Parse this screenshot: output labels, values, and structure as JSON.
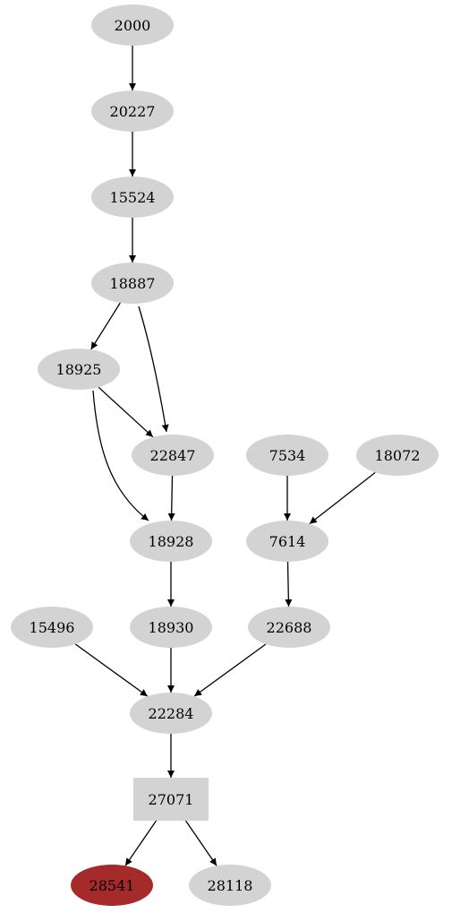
{
  "colors": {
    "node_fill": "#d3d3d3",
    "highlight_fill": "#a52a2a",
    "edge": "#000000",
    "background": "#ffffff"
  },
  "nodes": [
    {
      "id": "2000",
      "label": "2000",
      "shape": "ellipse"
    },
    {
      "id": "20227",
      "label": "20227",
      "shape": "ellipse"
    },
    {
      "id": "15524",
      "label": "15524",
      "shape": "ellipse"
    },
    {
      "id": "18887",
      "label": "18887",
      "shape": "ellipse"
    },
    {
      "id": "18925",
      "label": "18925",
      "shape": "ellipse"
    },
    {
      "id": "22847",
      "label": "22847",
      "shape": "ellipse"
    },
    {
      "id": "7534",
      "label": "7534",
      "shape": "ellipse"
    },
    {
      "id": "18072",
      "label": "18072",
      "shape": "ellipse"
    },
    {
      "id": "18928",
      "label": "18928",
      "shape": "ellipse"
    },
    {
      "id": "7614",
      "label": "7614",
      "shape": "ellipse"
    },
    {
      "id": "15496",
      "label": "15496",
      "shape": "ellipse"
    },
    {
      "id": "18930",
      "label": "18930",
      "shape": "ellipse"
    },
    {
      "id": "22688",
      "label": "22688",
      "shape": "ellipse"
    },
    {
      "id": "22284",
      "label": "22284",
      "shape": "ellipse"
    },
    {
      "id": "27071",
      "label": "27071",
      "shape": "box"
    },
    {
      "id": "28541",
      "label": "28541",
      "shape": "ellipse",
      "highlight": true
    },
    {
      "id": "28118",
      "label": "28118",
      "shape": "ellipse"
    }
  ],
  "edges": [
    {
      "from": "2000",
      "to": "20227"
    },
    {
      "from": "20227",
      "to": "15524"
    },
    {
      "from": "15524",
      "to": "18887"
    },
    {
      "from": "18887",
      "to": "18925"
    },
    {
      "from": "18887",
      "to": "22847"
    },
    {
      "from": "18925",
      "to": "22847"
    },
    {
      "from": "18925",
      "to": "18928"
    },
    {
      "from": "22847",
      "to": "18928"
    },
    {
      "from": "7534",
      "to": "7614"
    },
    {
      "from": "18072",
      "to": "7614"
    },
    {
      "from": "18928",
      "to": "18930"
    },
    {
      "from": "7614",
      "to": "22688"
    },
    {
      "from": "15496",
      "to": "22284"
    },
    {
      "from": "18930",
      "to": "22284"
    },
    {
      "from": "22688",
      "to": "22284"
    },
    {
      "from": "22284",
      "to": "27071"
    },
    {
      "from": "27071",
      "to": "28541"
    },
    {
      "from": "27071",
      "to": "28118"
    }
  ]
}
